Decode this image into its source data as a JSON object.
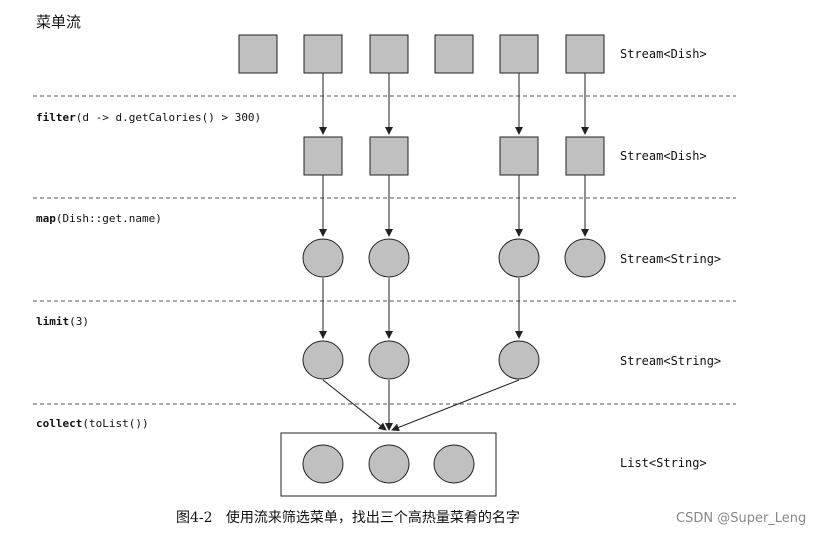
{
  "diagram": {
    "title": "菜单流",
    "stages": [
      {
        "keyword": "",
        "args": "",
        "type_label": "Stream<Dish>"
      },
      {
        "keyword": "filter",
        "args": "(d -> d.getCalories() > 300)",
        "type_label": "Stream<Dish>"
      },
      {
        "keyword": "map",
        "args": "(Dish::get.name)",
        "type_label": "Stream<String>"
      },
      {
        "keyword": "limit",
        "args": "(3)",
        "type_label": "Stream<String>"
      },
      {
        "keyword": "collect",
        "args": "(toList())",
        "type_label": "List<String>"
      }
    ],
    "caption": "图4-2   使用流来筛选菜单，找出三个高热量菜肴的名字",
    "watermark": "CSDN @Super_Leng",
    "colors": {
      "node_fill": "#c0c0c0",
      "stroke": "#222222",
      "divider": "#555555"
    }
  }
}
